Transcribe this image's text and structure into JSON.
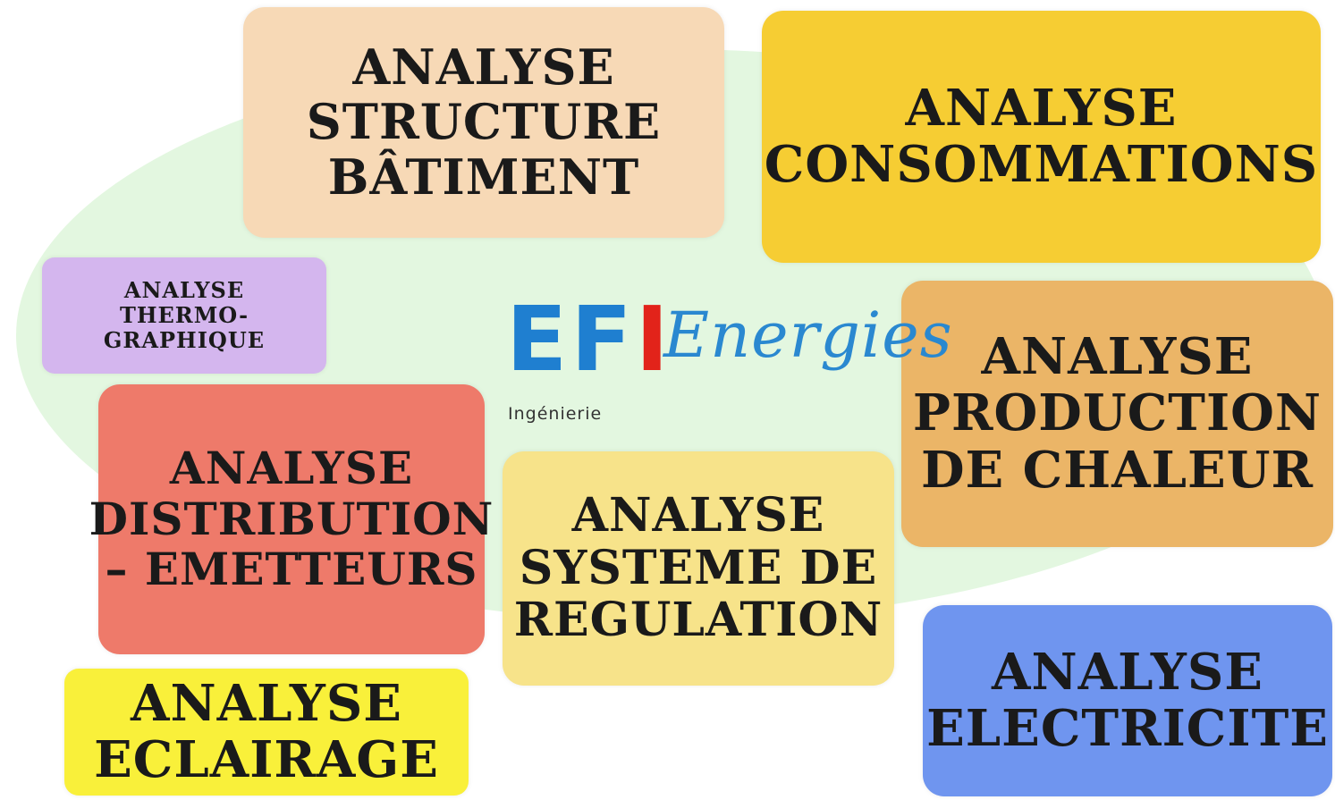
{
  "boxes": {
    "structure": [
      "ANALYSE",
      "STRUCTURE",
      "BÂTIMENT"
    ],
    "consommations": [
      "ANALYSE",
      "CONSOMMATIONS"
    ],
    "thermographique": [
      "ANALYSE",
      "THERMO-",
      "GRAPHIQUE"
    ],
    "production": [
      "ANALYSE",
      "PRODUCTION",
      "DE CHALEUR"
    ],
    "distribution": [
      "ANALYSE",
      "DISTRIBUTION",
      "– EMETTEURS"
    ],
    "regulation": [
      "ANALYSE",
      "SYSTEME DE",
      "REGULATION"
    ],
    "eclairage": [
      "ANALYSE",
      "ECLAIRAGE"
    ],
    "electricite": [
      "ANALYSE",
      "ELECTRICITE"
    ]
  },
  "logo": {
    "letters": [
      "E",
      "F",
      "I"
    ],
    "script": "Energies",
    "subtitle": "Ingénierie"
  },
  "colors": {
    "structure": "#f7d9b6",
    "consommations": "#f6cd33",
    "thermographique": "#d4b6ee",
    "production": "#ebb567",
    "distribution": "#ee7a6a",
    "regulation": "#f7e38a",
    "eclairage": "#f9f03a",
    "electricite": "#6f95ef",
    "background_ellipse": "#e3f7e0",
    "logo_blue": "#1f7fd0",
    "logo_red": "#e2231a"
  }
}
